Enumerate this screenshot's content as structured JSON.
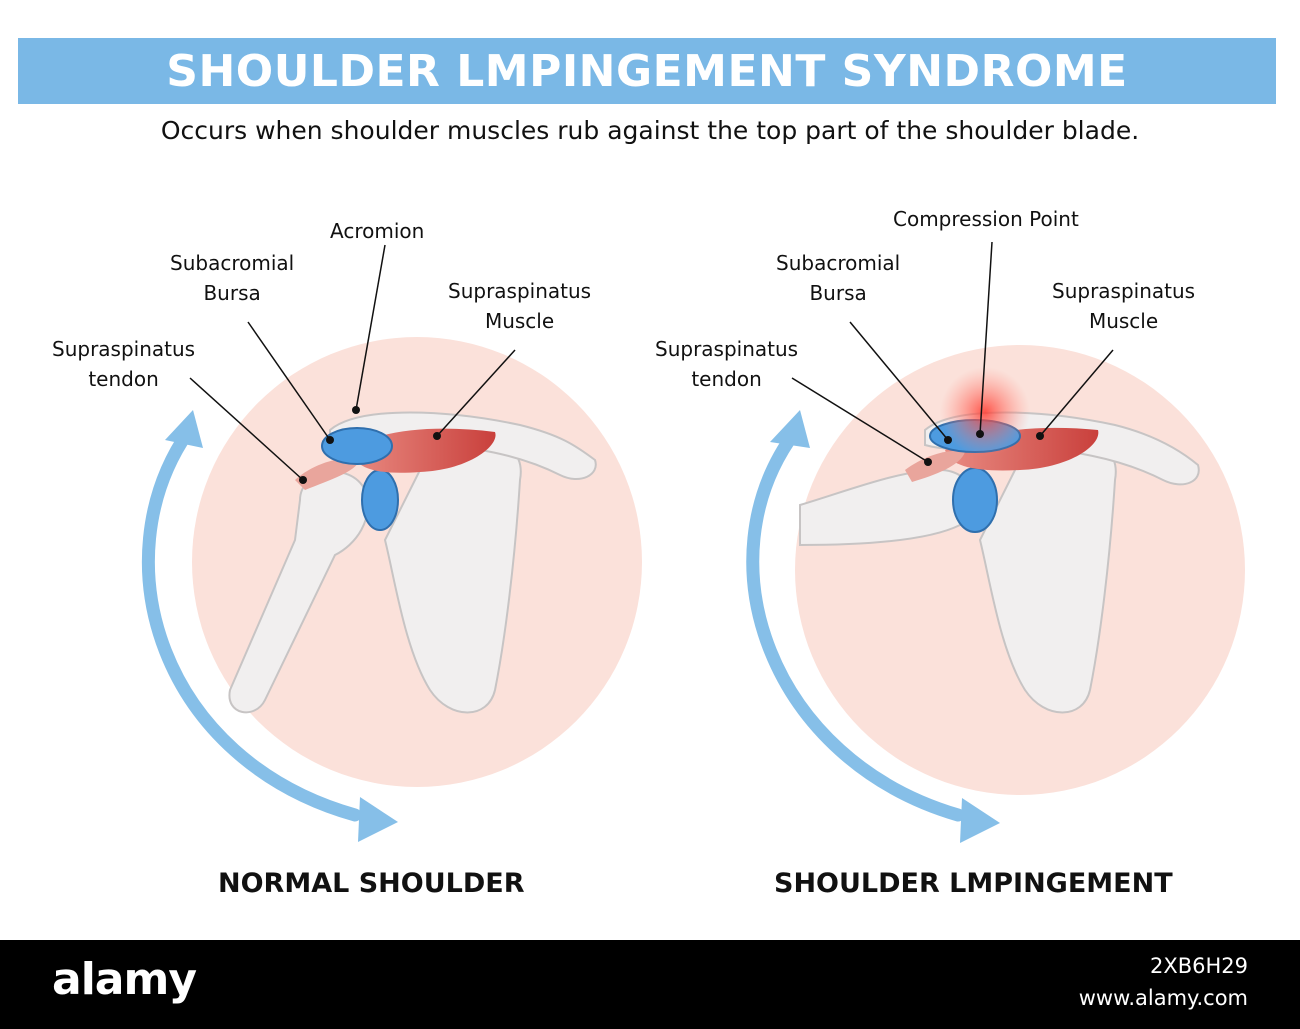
{
  "header": {
    "title": "SHOULDER LMPINGEMENT SYNDROME",
    "subtitle": "Occurs when shoulder muscles rub against the top part of the shoulder blade."
  },
  "normal": {
    "caption": "NORMAL SHOULDER",
    "labels": {
      "acromion": "Acromion",
      "bursa_line1": "Subacromial",
      "bursa_line2": "Bursa",
      "muscle_line1": "Supraspinatus",
      "muscle_line2": "Muscle",
      "tendon_line1": "Supraspinatus",
      "tendon_line2": "tendon"
    }
  },
  "impingement": {
    "caption": "SHOULDER LMPINGEMENT",
    "labels": {
      "compression": "Compression Point",
      "bursa_line1": "Subacromial",
      "bursa_line2": "Bursa",
      "muscle_line1": "Supraspinatus",
      "muscle_line2": "Muscle",
      "tendon_line1": "Supraspinatus",
      "tendon_line2": "tendon"
    }
  },
  "footer": {
    "logo": "alamy",
    "image_id": "2XB6H29",
    "url": "www.alamy.com"
  },
  "colors": {
    "banner": "#7ab8e6",
    "circle": "#fbe1da",
    "arrow": "#86bfe8",
    "bone": "#f1efef",
    "bursa": "#4d9be0",
    "muscle": "#d9554f"
  }
}
